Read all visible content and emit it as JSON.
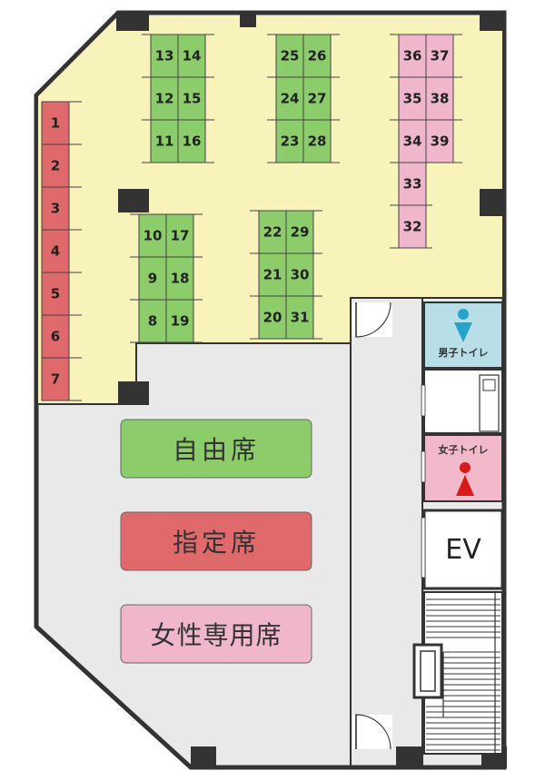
{
  "colors": {
    "free": "#8ccc6a",
    "reserved": "#e0696b",
    "women": "#efb6cc",
    "floor": "#f7f3bb",
    "corridor": "#e9e9e9",
    "wall": "#333333",
    "mens_room": "#b8dfe7",
    "womens_room": "#f1b9c9",
    "mens_icon": "#27a2c9",
    "womens_icon": "#d81a1a"
  },
  "seats": {
    "reserved": [
      "1",
      "2",
      "3",
      "4",
      "5",
      "6",
      "7"
    ],
    "free_group_a": [
      [
        "13",
        "14"
      ],
      [
        "12",
        "15"
      ],
      [
        "11",
        "16"
      ]
    ],
    "free_group_b": [
      [
        "25",
        "26"
      ],
      [
        "24",
        "27"
      ],
      [
        "23",
        "28"
      ]
    ],
    "free_group_c": [
      [
        "10",
        "17"
      ],
      [
        "9",
        "18"
      ],
      [
        "8",
        "19"
      ]
    ],
    "free_group_d": [
      [
        "22",
        "29"
      ],
      [
        "21",
        "30"
      ],
      [
        "20",
        "31"
      ]
    ],
    "women_group": [
      [
        "36",
        "37"
      ],
      [
        "35",
        "38"
      ],
      [
        "34",
        "39"
      ]
    ],
    "women_single": [
      "33",
      "32"
    ]
  },
  "legend": {
    "free": "自由席",
    "reserved": "指定席",
    "women": "女性専用席"
  },
  "facilities": {
    "mens_room": "男子トイレ",
    "womens_room": "女子トイレ",
    "elevator": "EV"
  },
  "icons": {
    "mens": "male-restroom-icon",
    "womens": "female-restroom-icon",
    "stairs": "stairs-icon",
    "door": "door-swing-icon"
  }
}
